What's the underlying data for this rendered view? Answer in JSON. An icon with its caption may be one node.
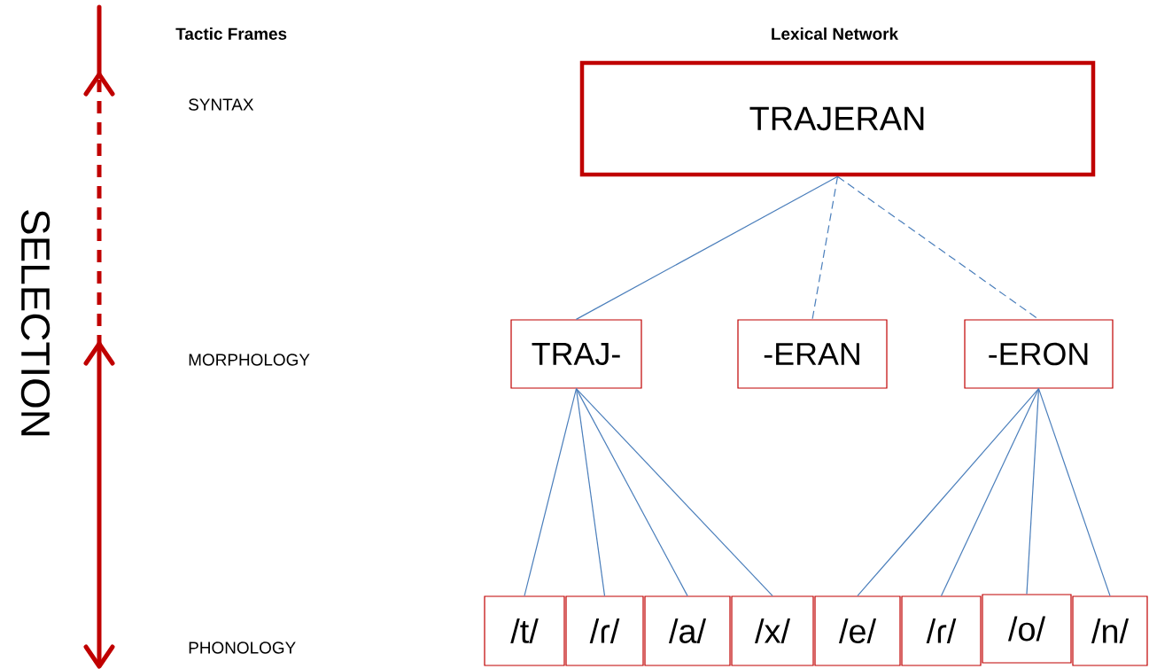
{
  "diagram": {
    "nodes": [
      {
        "text": [
          "TRAJERAN"
        ]
      },
      {
        "text": [
          "TRAJ-"
        ]
      },
      {
        "text": [
          "-ERAN"
        ]
      },
      {
        "text": [
          "-ERON"
        ]
      },
      {
        "text": [
          "/t/"
        ]
      },
      {
        "text": [
          "/ɾ/"
        ]
      },
      {
        "text": [
          "/a/"
        ]
      },
      {
        "text": [
          "/x/"
        ]
      },
      {
        "text": [
          "/e/"
        ]
      },
      {
        "text": [
          "/ɾ/"
        ]
      },
      {
        "text": [
          "/o/"
        ]
      },
      {
        "text": [
          "/n/"
        ]
      }
    ],
    "edges": [
      {
        "from": 0,
        "to": 1,
        "arrow": "none"
      },
      {
        "from": 0,
        "to": 2,
        "arrow": "none",
        "style": "dashed"
      },
      {
        "from": 0,
        "to": 3,
        "arrow": "none",
        "style": "dashed"
      },
      {
        "from": 1,
        "to": 4,
        "arrow": "none"
      },
      {
        "from": 1,
        "to": 5,
        "arrow": "none"
      },
      {
        "from": 1,
        "to": 6,
        "arrow": "none"
      },
      {
        "from": 1,
        "to": 7,
        "arrow": "none"
      },
      {
        "from": 3,
        "to": 8,
        "arrow": "none"
      },
      {
        "from": 3,
        "to": 9,
        "arrow": "none"
      },
      {
        "from": 3,
        "to": 10,
        "arrow": "none"
      },
      {
        "from": 3,
        "to": 11,
        "arrow": "none"
      }
    ],
    "labels": [
      "Tactic Frames",
      "Lexical Network",
      "SYNTAX",
      "SELECTION",
      "MORPHOLOGY",
      "PHONOLOGY"
    ]
  }
}
